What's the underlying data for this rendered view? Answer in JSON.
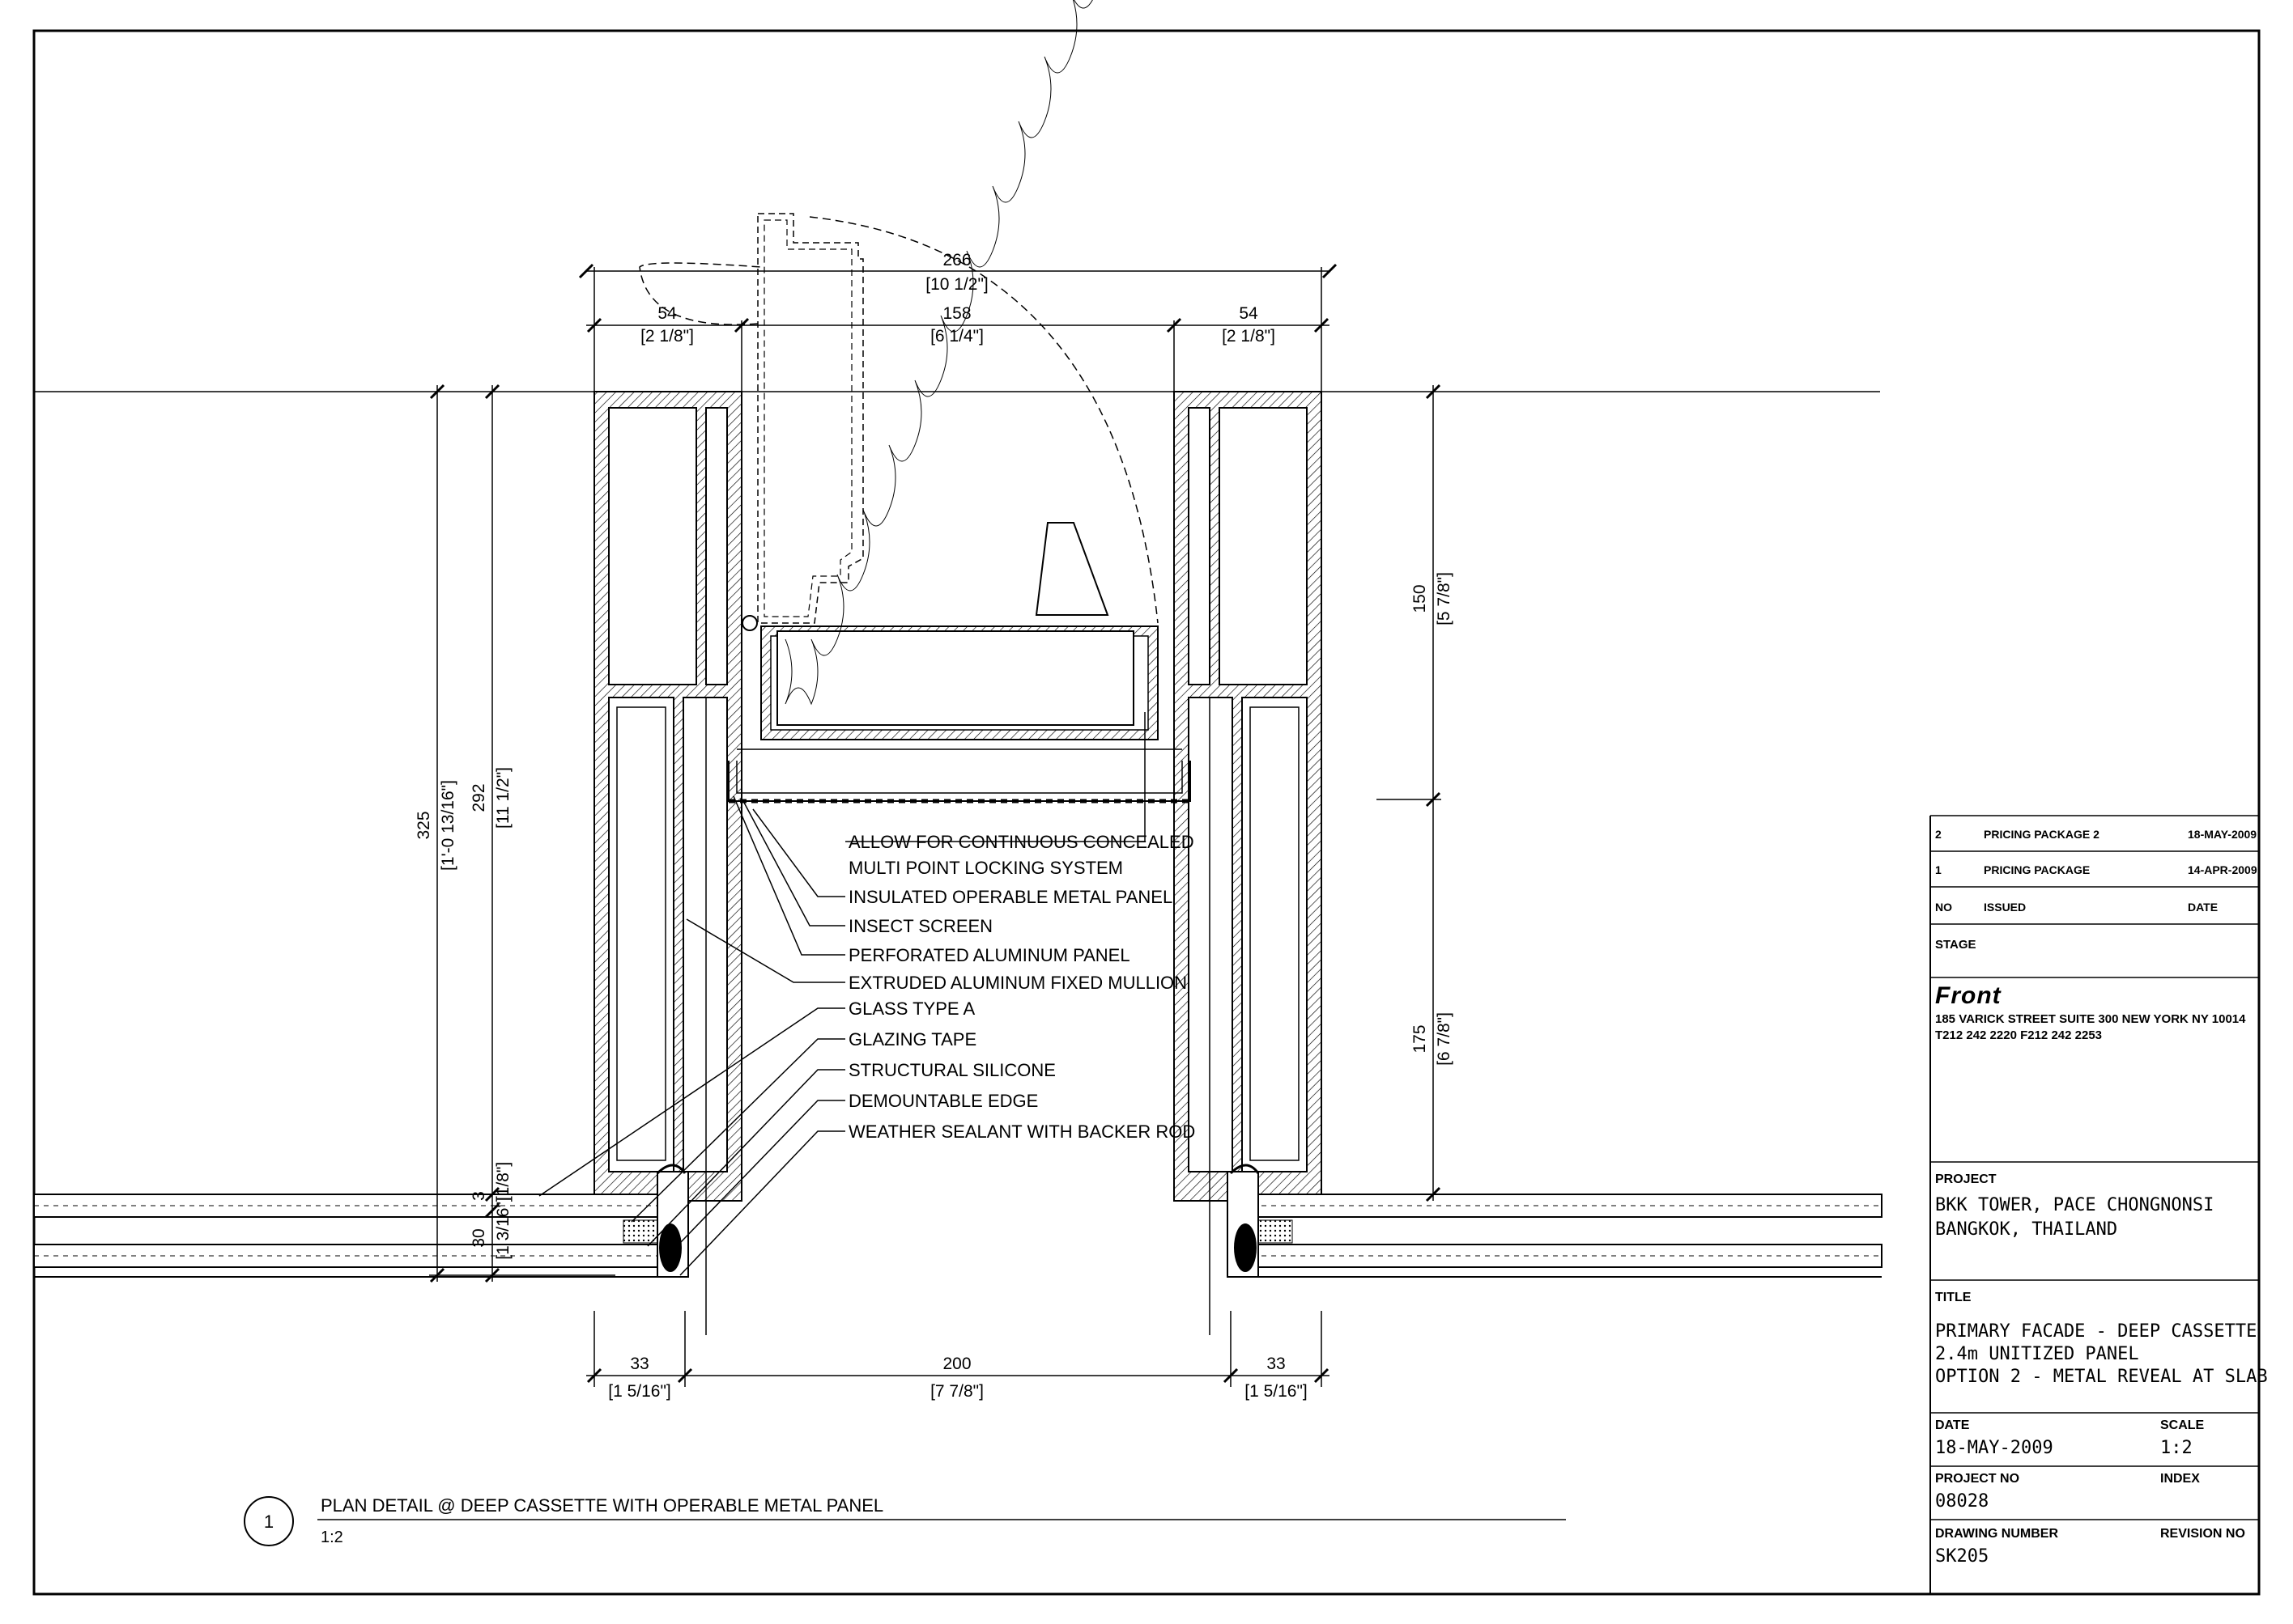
{
  "dimensions": {
    "top_overall": "266",
    "top_overall_imp": "[10 1/2\"]",
    "top_left": "54",
    "top_left_imp": "[2 1/8\"]",
    "top_mid": "158",
    "top_mid_imp": "[6 1/4\"]",
    "top_right": "54",
    "top_right_imp": "[2 1/8\"]",
    "left_total": "325",
    "left_total_imp": "[1'-0 13/16\"]",
    "left_inner": "292",
    "left_inner_imp": "[11 1/2\"]",
    "left_small_a": "3",
    "left_small_b": "30",
    "left_small_imp_a": "[1/8\"]",
    "left_small_imp_b": "[1 3/16\"]",
    "right_upper": "150",
    "right_upper_imp": "[5 7/8\"]",
    "right_lower": "175",
    "right_lower_imp": "[6 7/8\"]",
    "bottom_left": "33",
    "bottom_left_imp": "[1 5/16\"]",
    "bottom_mid": "200",
    "bottom_mid_imp": "[7 7/8\"]",
    "bottom_right": "33",
    "bottom_right_imp": "[1 5/16\"]"
  },
  "callouts": [
    "ALLOW FOR CONTINUOUS CONCEALED",
    "MULTI POINT LOCKING SYSTEM",
    "INSULATED OPERABLE METAL PANEL",
    "INSECT SCREEN",
    "PERFORATED ALUMINUM PANEL",
    "EXTRUDED ALUMINUM FIXED MULLION",
    "GLASS TYPE A",
    "GLAZING TAPE",
    "STRUCTURAL SILICONE",
    "DEMOUNTABLE EDGE",
    "WEATHER SEALANT WITH BACKER ROD"
  ],
  "drawing_title": {
    "number": "1",
    "title": "PLAN DETAIL @ DEEP CASSETTE WITH OPERABLE METAL PANEL",
    "scale": "1:2"
  },
  "title_block": {
    "revisions": [
      {
        "no": "2",
        "issued": "PRICING PACKAGE 2",
        "date": "18-MAY-2009"
      },
      {
        "no": "1",
        "issued": "PRICING PACKAGE",
        "date": "14-APR-2009"
      }
    ],
    "rev_header": {
      "no": "NO",
      "issued": "ISSUED",
      "date": "DATE"
    },
    "stage_label": "STAGE",
    "firm_logo": "Front",
    "firm_address": "185 VARICK STREET SUITE 300 NEW YORK NY 10014",
    "firm_phone": "T212 242 2220 F212 242 2253",
    "project_label": "PROJECT",
    "project_line1": "BKK TOWER, PACE CHONGNONSI",
    "project_line2": "BANGKOK, THAILAND",
    "title_label": "TITLE",
    "title_line1": "PRIMARY FACADE - DEEP CASSETTE",
    "title_line2": "2.4m UNITIZED PANEL",
    "title_line3": "OPTION 2 - METAL REVEAL AT SLAB",
    "date_label": "DATE",
    "date_value": "18-MAY-2009",
    "scale_label": "SCALE",
    "scale_value": "1:2",
    "project_no_label": "PROJECT NO",
    "project_no_value": "08028",
    "index_label": "INDEX",
    "drawing_number_label": "DRAWING NUMBER",
    "drawing_number_value": "SK205",
    "revision_no_label": "REVISION NO"
  }
}
